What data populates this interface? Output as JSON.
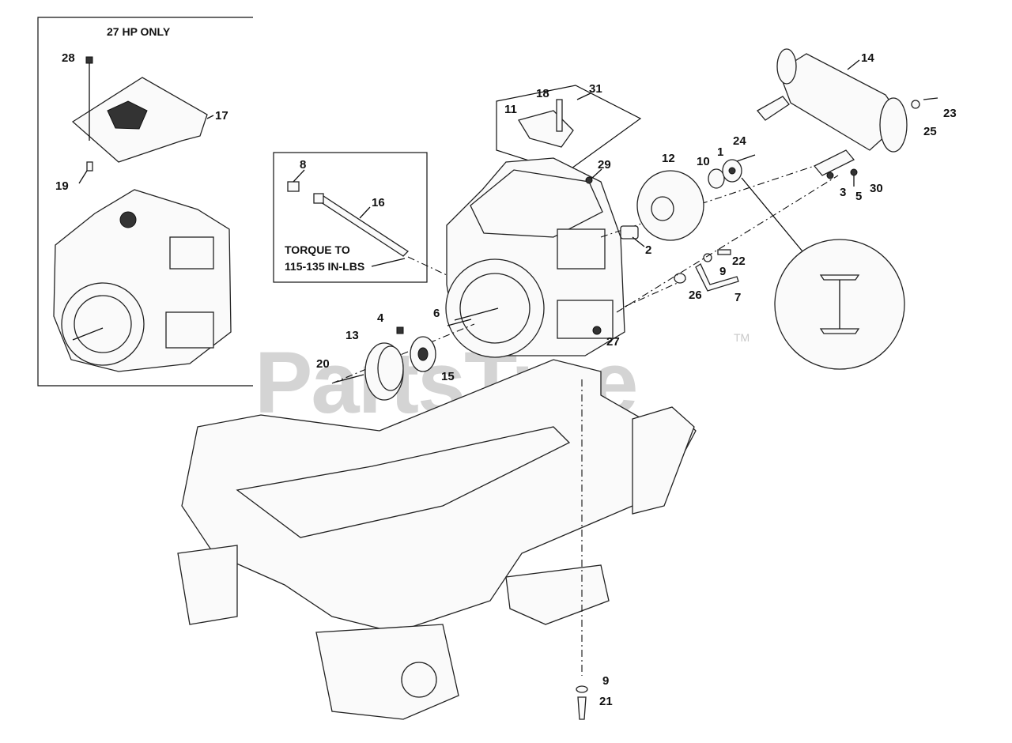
{
  "inset_title": "27 HP ONLY",
  "torque_note": {
    "line1": "TORQUE TO",
    "line2": "115-135 IN-LBS"
  },
  "watermark": {
    "text": "PartsTree",
    "tm": "TM"
  },
  "callouts": {
    "c1": "1",
    "c2": "2",
    "c3": "3",
    "c4": "4",
    "c5": "5",
    "c6": "6",
    "c7": "7",
    "c8": "8",
    "c9a": "9",
    "c9b": "9",
    "c10": "10",
    "c11": "11",
    "c12": "12",
    "c13": "13",
    "c14": "14",
    "c15": "15",
    "c16": "16",
    "c17": "17",
    "c18": "18",
    "c19": "19",
    "c20": "20",
    "c21": "21",
    "c22": "22",
    "c23": "23",
    "c24": "24",
    "c25": "25",
    "c26": "26",
    "c27": "27",
    "c28": "28",
    "c29": "29",
    "c30": "30",
    "c31": "31"
  }
}
